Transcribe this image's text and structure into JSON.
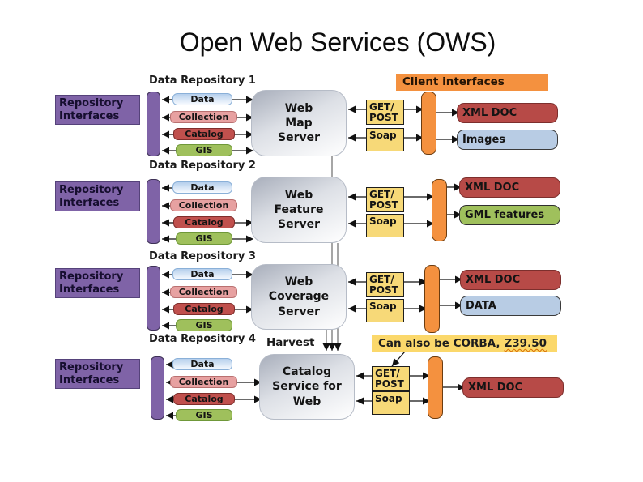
{
  "title": "Open Web Services (OWS)",
  "client_interfaces_label": "Client interfaces",
  "harvest_label": "Harvest",
  "corba_note": {
    "prefix": "Can also be CORBA,",
    "term": "Z39.50"
  },
  "repository_interfaces_label": "Repository\nInterfaces",
  "rows": [
    {
      "repository_label": "Data Repository 1",
      "server_label": "Web\nMap\nServer",
      "stack": [
        "Data",
        "Collection",
        "Catalog",
        "GIS"
      ],
      "get_post_label": "GET/\nPOST",
      "soap_label": "Soap",
      "outputs": [
        {
          "label": "XML DOC",
          "color": "red"
        },
        {
          "label": "Images",
          "color": "blue"
        }
      ]
    },
    {
      "repository_label": "Data Repository 2",
      "server_label": "Web\nFeature\nServer",
      "stack": [
        "Data",
        "Collection",
        "Catalog",
        "GIS"
      ],
      "get_post_label": "GET/\nPOST",
      "soap_label": "Soap",
      "outputs": [
        {
          "label": "XML DOC",
          "color": "red"
        },
        {
          "label": "GML features",
          "color": "green"
        }
      ]
    },
    {
      "repository_label": "Data Repository 3",
      "server_label": "Web\nCoverage\nServer",
      "stack": [
        "Data",
        "Collection",
        "Catalog",
        "GIS"
      ],
      "get_post_label": "GET/\nPOST",
      "soap_label": "Soap",
      "outputs": [
        {
          "label": "XML DOC",
          "color": "red"
        },
        {
          "label": "DATA",
          "color": "blue"
        }
      ]
    },
    {
      "repository_label": "Data Repository 4",
      "server_label": "Catalog\nService for\nWeb",
      "stack": [
        "Data",
        "Collection",
        "Catalog",
        "GIS"
      ],
      "get_post_label": "GET/\nPOST",
      "soap_label": "Soap",
      "outputs": [
        {
          "label": "XML DOC",
          "color": "red"
        }
      ]
    }
  ],
  "colors": {
    "purple": "#7f63a7",
    "orange": "#f4913f",
    "yellow": "#f7d978",
    "note_yellow": "#fbd86b",
    "red_box": "#b74a47",
    "blue_box": "#b8cce4",
    "green_box": "#9fc05c",
    "pink_box": "#e7a1a1",
    "catalog_red": "#c0504d"
  }
}
